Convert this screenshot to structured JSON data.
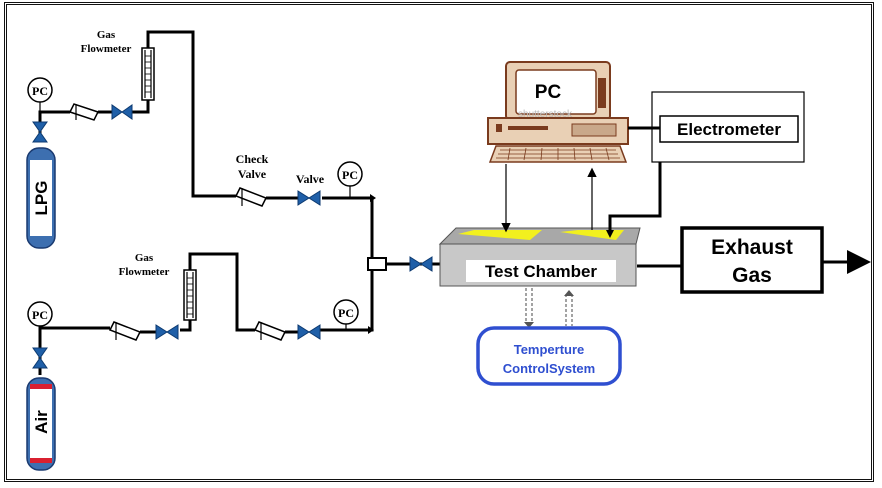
{
  "labels": {
    "gas_flowmeter_1": [
      "Gas",
      "Flowmeter"
    ],
    "gas_flowmeter_2": [
      "Gas",
      "Flowmeter"
    ],
    "check_valve": [
      "Check",
      "Valve"
    ],
    "valve": "Valve",
    "pc_gauge": "PC",
    "lpg": "LPG",
    "air": "Air",
    "pc_computer": "PC",
    "electrometer": "Electrometer",
    "test_chamber": "Test Chamber",
    "exhaust": [
      "Exhaust",
      "Gas"
    ],
    "temperature": [
      "Temperture",
      "ControlSystem"
    ],
    "watermark": "shutterstock"
  },
  "colors": {
    "valve_blue": "#1f5fa8",
    "cylinder_blue": "#3d6fb0",
    "air_red": "#d92030",
    "chamber_gray": "#c8c8c8",
    "chamber_yellow": "#f2f01e",
    "temp_border": "#2f4fd0",
    "temp_text": "#2f4fd0",
    "computer_tan": "#e9d0b5",
    "computer_brown": "#7a3b1e"
  }
}
